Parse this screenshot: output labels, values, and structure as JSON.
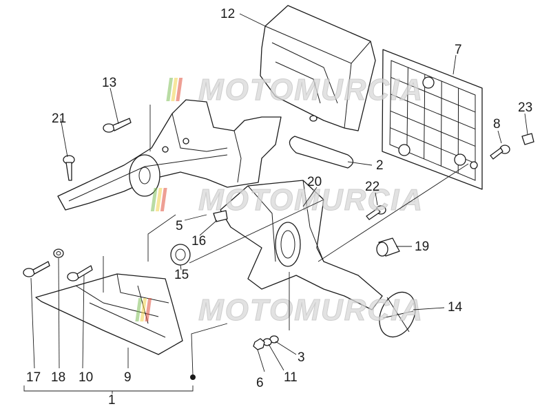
{
  "diagram": {
    "callouts": [
      "1",
      "2",
      "3",
      "5",
      "6",
      "7",
      "8",
      "9",
      "10",
      "11",
      "12",
      "13",
      "14",
      "15",
      "16",
      "17",
      "18",
      "19",
      "20",
      "21",
      "22",
      "23"
    ],
    "watermark": "MOTOMURCIA",
    "colors": {
      "line": "#1a1a1a",
      "watermark_fill": "#d9d9d9",
      "stripe_green": "#7fbf5a",
      "stripe_yellow": "#f0d24a",
      "stripe_red": "#e0503c"
    }
  }
}
